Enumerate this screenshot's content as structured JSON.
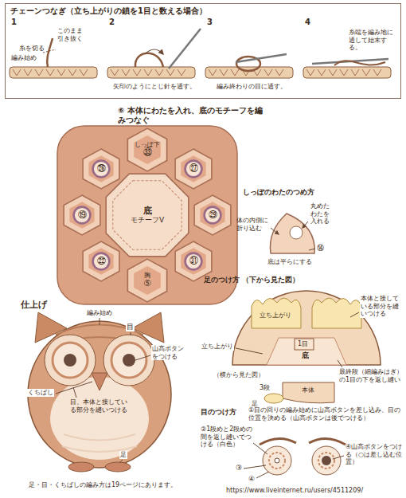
{
  "diagram": {
    "nodes": [
      {
        "text": [
          "チェーンつなぎ（立ち上がりの鎖を1目と数える場合）"
        ]
      },
      {
        "text": [
          "底",
          "モチーフV"
        ]
      },
      {
        "text": [
          "しっぽ下",
          "㉝"
        ]
      },
      {
        "text": [
          "㉖"
        ]
      },
      {
        "text": [
          "㉗"
        ]
      },
      {
        "text": [
          "⑲"
        ]
      },
      {
        "text": [
          "㉙"
        ]
      },
      {
        "text": [
          "㉒"
        ]
      },
      {
        "text": [
          "㉛"
        ]
      },
      {
        "text": [
          "胸",
          "⑤"
        ]
      }
    ],
    "labels": [
      "1",
      "糸を切る",
      "このまま引き抜く",
      "編み始め",
      "2",
      "矢印のようにとじ針を通す。",
      "3",
      "編み終わりの目に通す。",
      "4",
      "糸端を編み地に通して始末する。",
      "⑥ 本体にわたを入れ、底のモチーフを編みつなぐ",
      "しっぽのわたのつめ方",
      "丸めたわたを入れる",
      "体の内側に折り込む",
      "⑭",
      "底は平らにする",
      "仕上げ",
      "編み始め",
      "目",
      "山高ボタンをつける",
      "くちばし",
      "目、本体と接している部分を縫いつける",
      "足",
      "足・目・くちばしの編み方は19ページにあります。",
      "足のつけ方 （下から見た図）",
      "本体と接している部分を縫いつける",
      "立ち上がり",
      "立ち上がり",
      "1目",
      "底",
      "最終段（細編みはぎ）の1目の下を返し縫い",
      "（横から見た図）",
      "3段",
      "本体",
      "足",
      "目のつけ方",
      "①目の回りの編み始めに山高ボタンを差し込み、目の位置を決める（山高ボタンは後でつける）",
      "②1段めと2段めの間を返し縫いでつける（白色）",
      "③",
      "④",
      "④山高ボタンをつける（○は差し込む位置）",
      "https://www.liveinternet.ru/users/4511209/"
    ]
  }
}
